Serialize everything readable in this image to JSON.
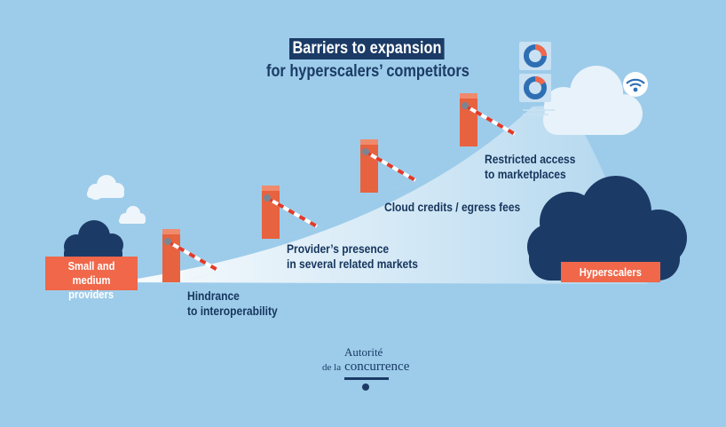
{
  "title": {
    "line1": "Barriers to expansion",
    "line2": "for hyperscalers’ competitors"
  },
  "start_label": {
    "line1": "Small and medium",
    "line2": "providers"
  },
  "end_label": "Hyperscalers",
  "barriers": [
    {
      "line1": "Hindrance",
      "line2": "to interoperability"
    },
    {
      "line1": "Provider’s presence",
      "line2": "in several related markets"
    },
    {
      "line1": "Cloud credits / egress fees",
      "line2": ""
    },
    {
      "line1": "Restricted access",
      "line2": "to marketplaces"
    }
  ],
  "brand": {
    "line1": "Autorité",
    "line2_prefix": "de la",
    "line2_main": "concurrence"
  },
  "colors": {
    "background": "#9dccea",
    "navy": "#1b3b66",
    "orange": "#f0674a",
    "barrier_post": "#e7623f",
    "cloud_light": "#e8f2fa"
  },
  "icons": [
    "wifi-icon",
    "donut-chart-icon",
    "donut-chart-icon"
  ]
}
